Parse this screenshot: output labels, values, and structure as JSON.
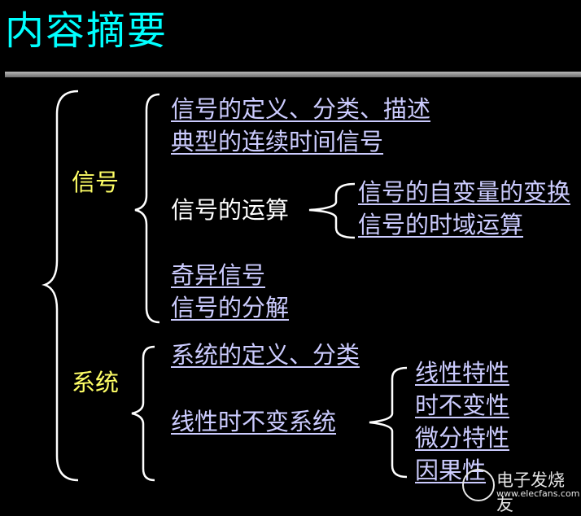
{
  "title": "内容摘要",
  "categories": {
    "signal": "信号",
    "system": "系统"
  },
  "signal_items": {
    "item1": "信号的定义、分类、描述",
    "item2": "典型的连续时间信号",
    "operations_label": "信号的运算",
    "op1": "信号的自变量的变换",
    "op2": "信号的时域运算",
    "item3": "奇异信号",
    "item4": "信号的分解"
  },
  "system_items": {
    "item1": "系统的定义、分类",
    "lti_label": "线性时不变系统",
    "prop1": "线性特性",
    "prop2": "时不变性",
    "prop3": "微分特性",
    "prop4": "因果性"
  },
  "watermark": {
    "name": "电子发烧友",
    "url": "www.elecfans.com"
  },
  "colors": {
    "title": "#00ffff",
    "link": "#ccccff",
    "category": "#ffff66",
    "plain": "#ffffff",
    "background": "#000000"
  }
}
